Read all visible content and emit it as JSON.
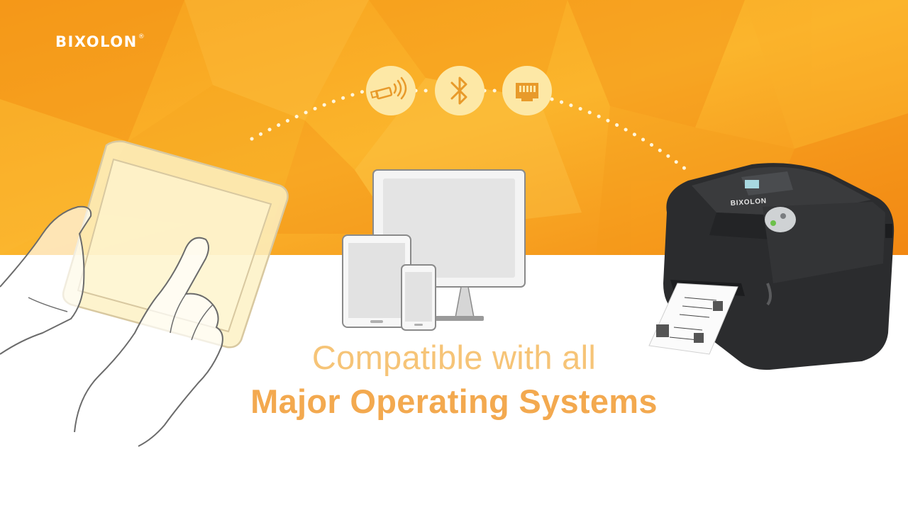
{
  "brand": {
    "logo_text": "BIXOLON",
    "registered_mark": "®"
  },
  "tagline": {
    "line1": "Compatible with all",
    "line2": "Major Operating Systems"
  },
  "connectivity_icons": [
    "usb-wifi-dongle-icon",
    "bluetooth-icon",
    "ethernet-port-icon"
  ],
  "devices": [
    "tablet-in-hands",
    "desktop-monitor",
    "tablet",
    "smartphone",
    "label-printer"
  ],
  "printer": {
    "brand_label": "BIXOLON"
  },
  "colors": {
    "orange_top": "#f59a1a",
    "orange_mid": "#fbb22b",
    "icon_circle": "#fde8a6",
    "tagline_light": "#f6c477",
    "tagline_bold": "#f3a94f",
    "printer_body": "#2b2c2e"
  }
}
